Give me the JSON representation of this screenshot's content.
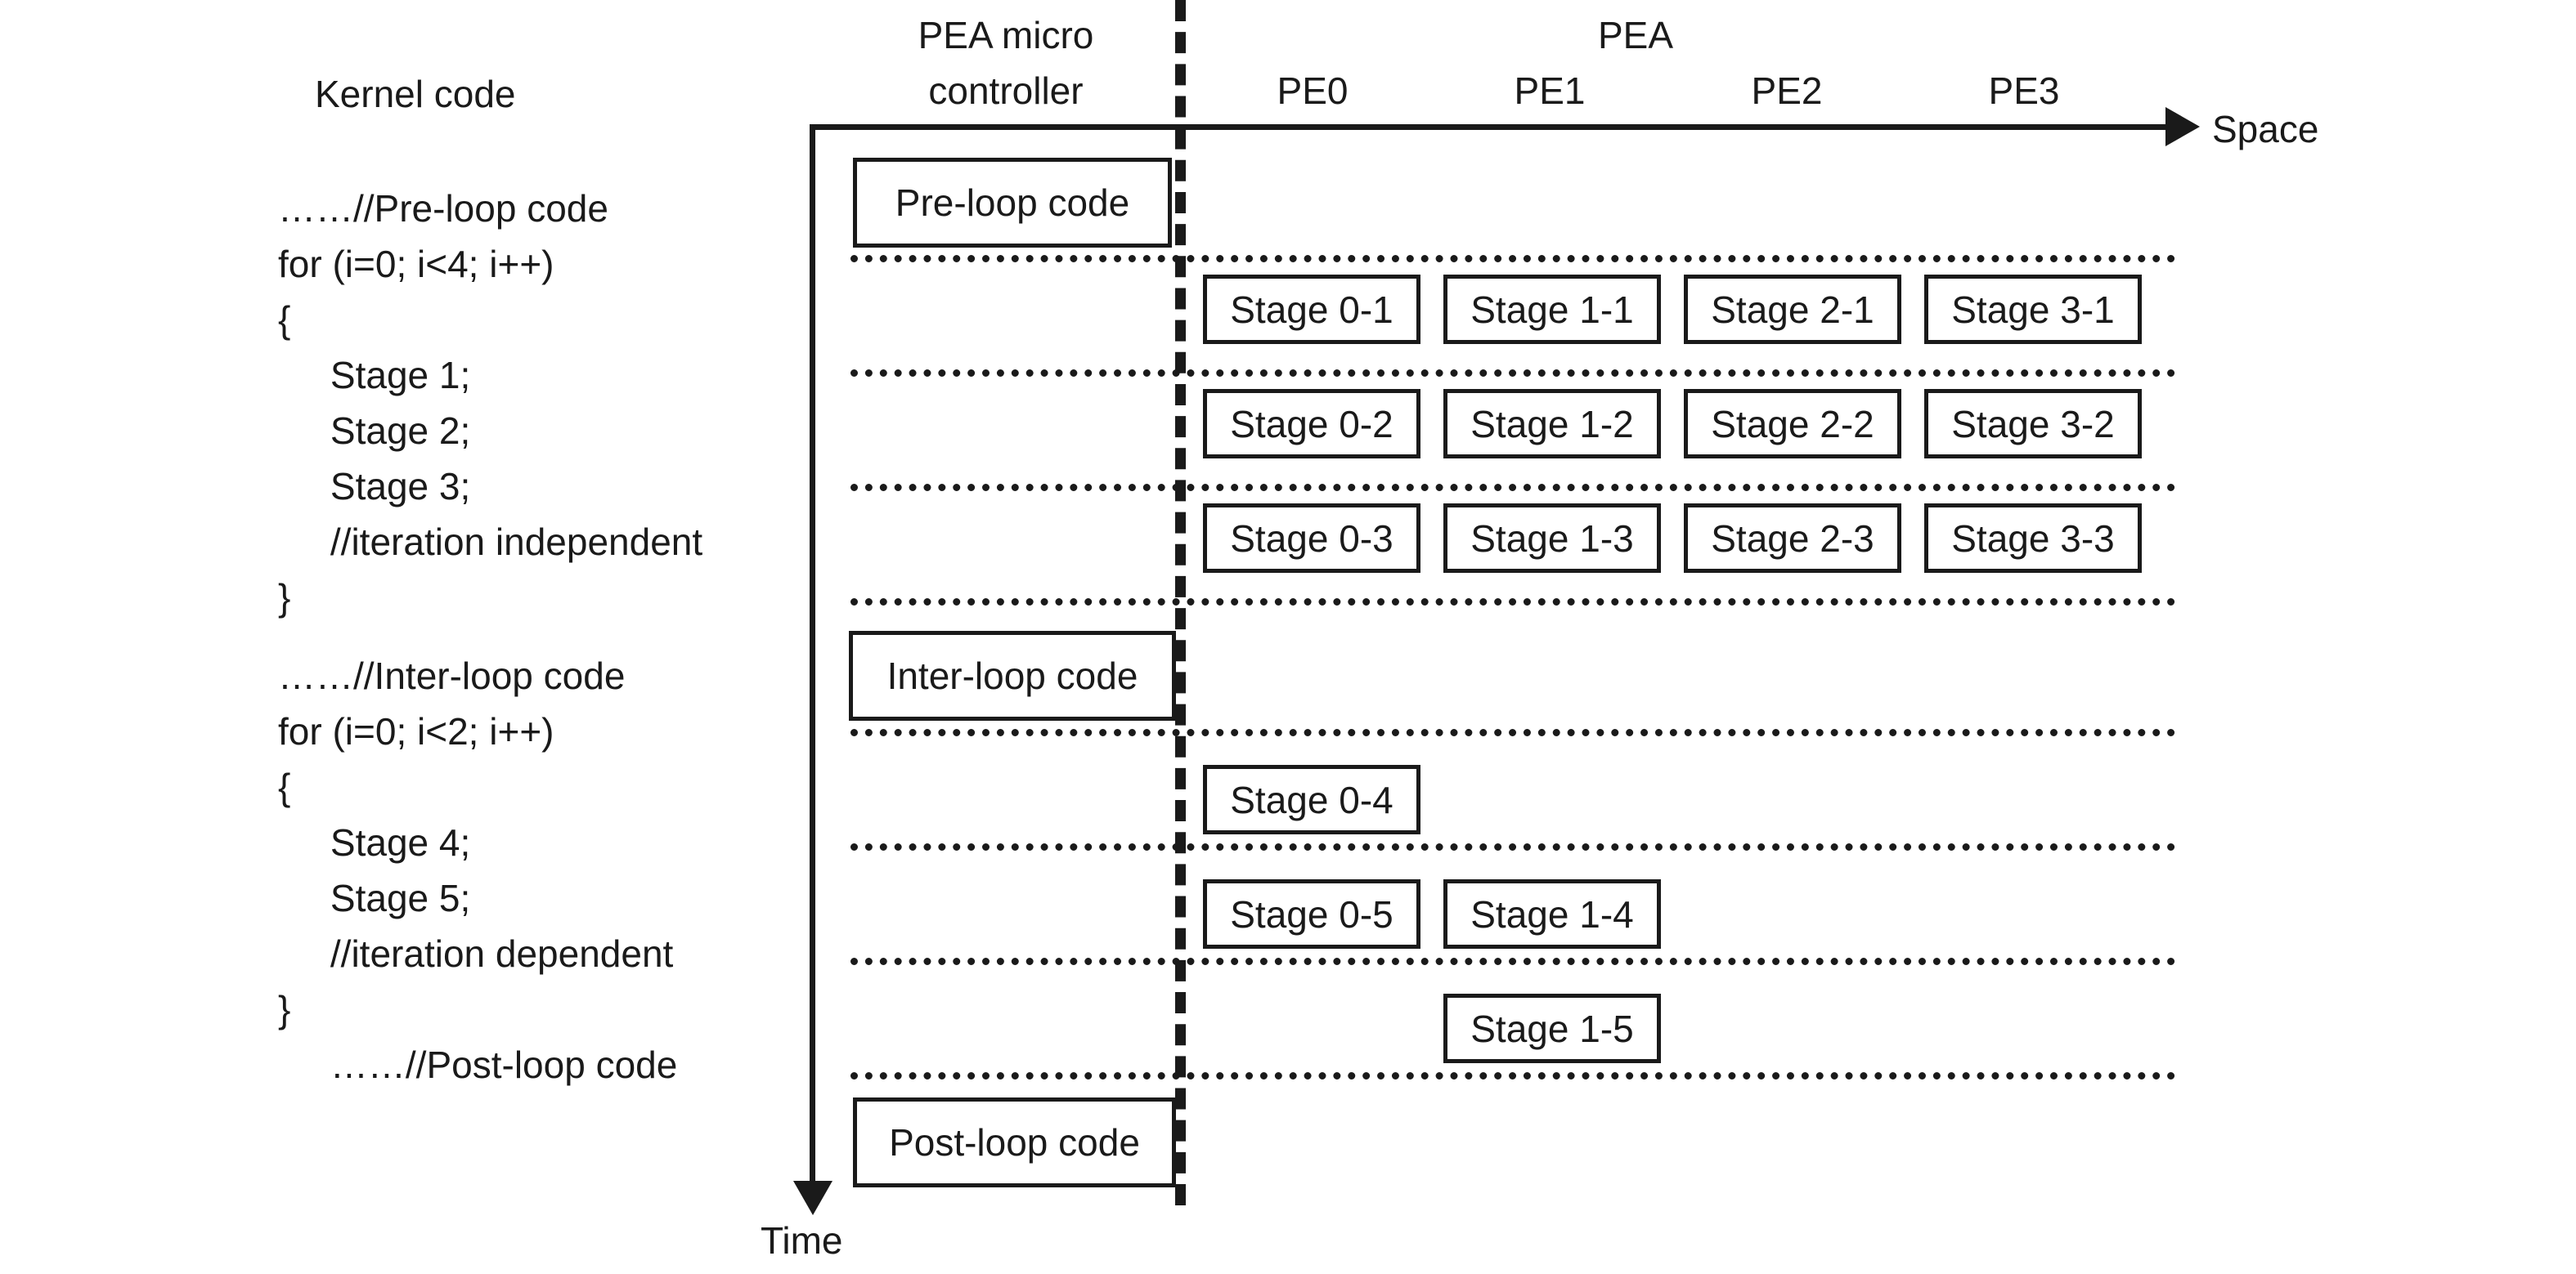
{
  "diagram": {
    "title_kernel": "Kernel code",
    "axis_space_label": "Space",
    "axis_time_label": "Time",
    "header_controller": "PEA micro",
    "header_controller_line2": "controller",
    "header_pea": "PEA",
    "pe_labels": [
      "PE0",
      "PE1",
      "PE2",
      "PE3"
    ]
  },
  "kernel_code": [
    "……//Pre-loop code",
    "for (i=0; i<4; i++)",
    "{",
    "     Stage 1;",
    "     Stage 2;",
    "     Stage 3;",
    "     //iteration independent",
    "}",
    "……//Inter-loop code",
    "for (i=0; i<2; i++)",
    "{",
    "     Stage 4;",
    "     Stage 5;",
    "     //iteration dependent",
    "}",
    "     ……//Post-loop code"
  ],
  "controller_boxes": [
    {
      "label": "Pre-loop code"
    },
    {
      "label": "Inter-loop code"
    },
    {
      "label": "Post-loop code"
    }
  ],
  "schedule_rows": [
    {
      "cells": [
        "Stage 0-1",
        "Stage 1-1",
        "Stage 2-1",
        "Stage 3-1"
      ]
    },
    {
      "cells": [
        "Stage 0-2",
        "Stage 1-2",
        "Stage 2-2",
        "Stage 3-2"
      ]
    },
    {
      "cells": [
        "Stage 0-3",
        "Stage 1-3",
        "Stage 2-3",
        "Stage 3-3"
      ]
    },
    {
      "cells": [
        "Stage 0-4",
        "",
        "",
        ""
      ]
    },
    {
      "cells": [
        "Stage 0-5",
        "Stage 1-4",
        "",
        ""
      ]
    },
    {
      "cells": [
        "",
        "Stage 1-5",
        "",
        ""
      ]
    }
  ],
  "colors": {
    "ink": "#1a1a1a",
    "paper": "#ffffff"
  }
}
